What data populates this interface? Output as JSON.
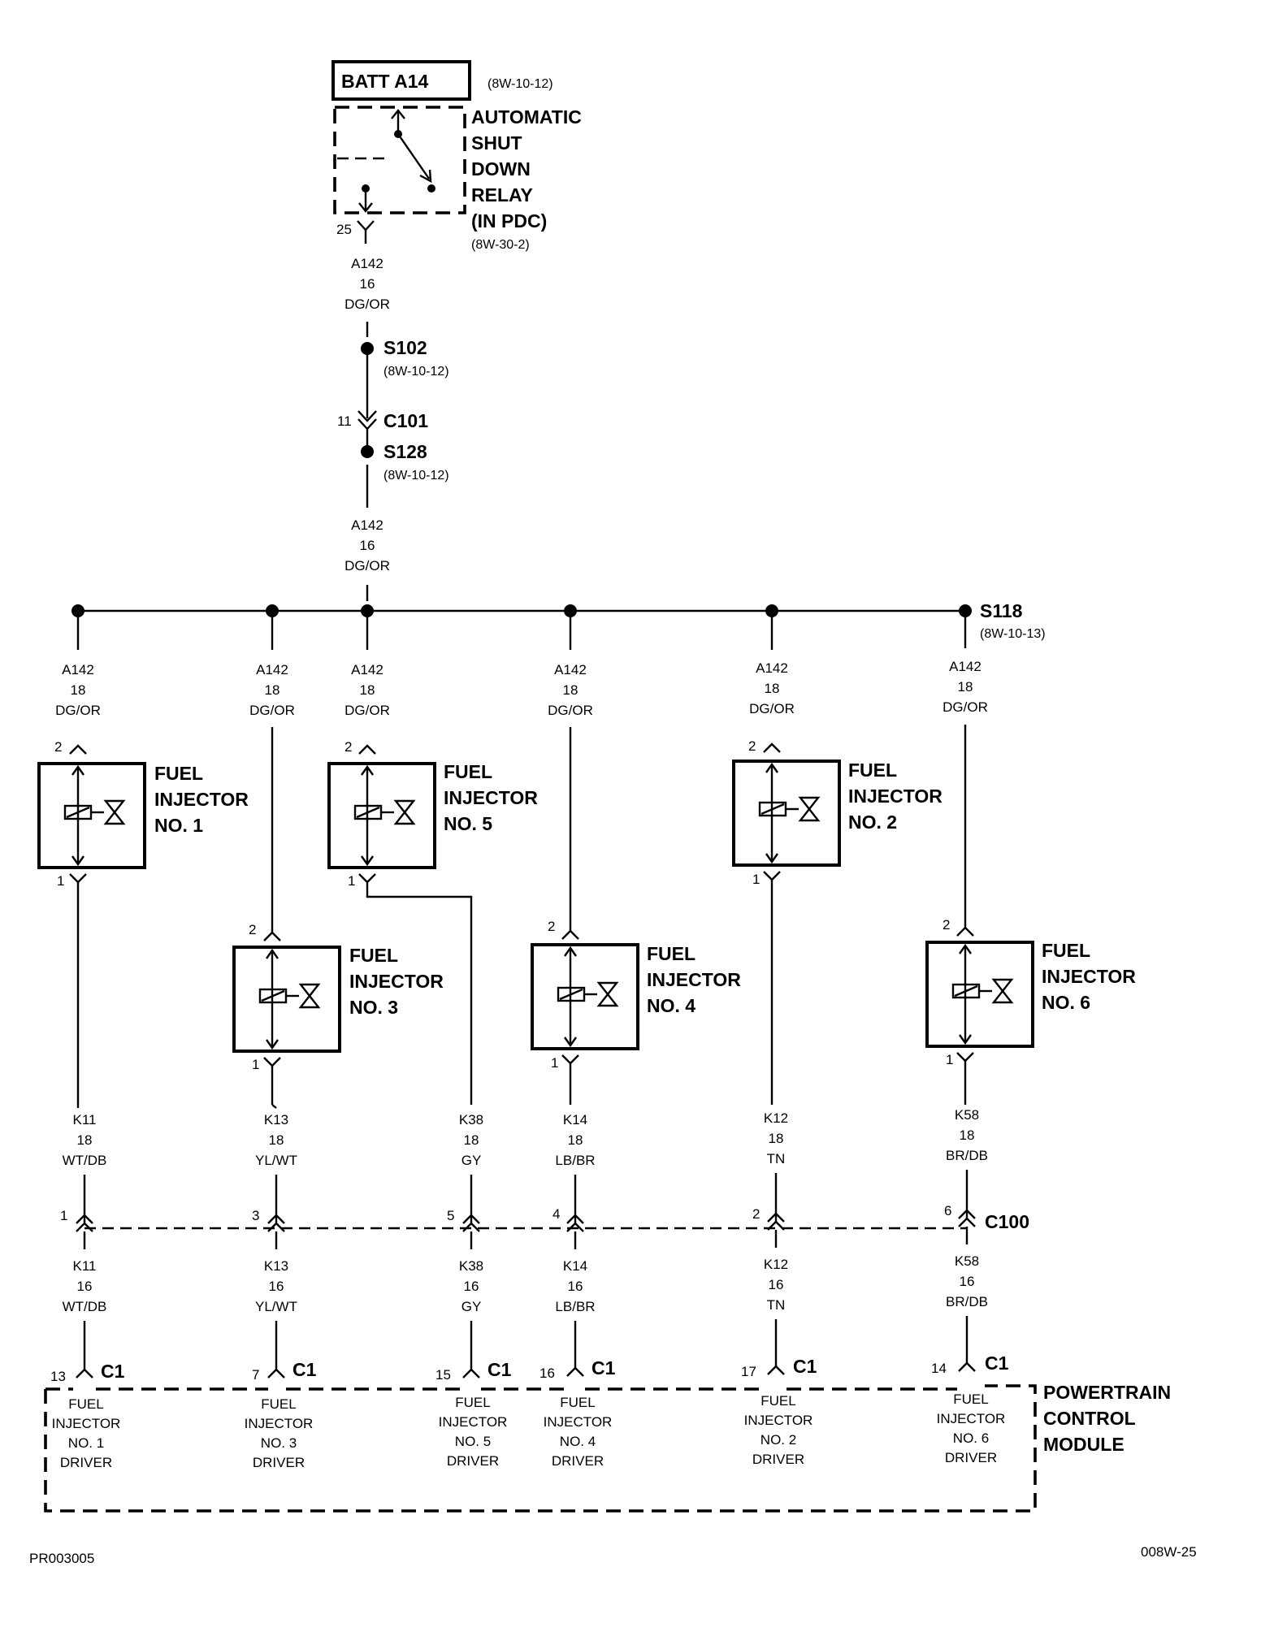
{
  "relay": {
    "battery_label": "BATT A14",
    "battery_ref": "(8W-10-12)",
    "name_lines": [
      "AUTOMATIC",
      "SHUT",
      "DOWN",
      "RELAY",
      "(IN PDC)"
    ],
    "ref": "(8W-30-2)",
    "pin": "25"
  },
  "main_feed": {
    "upper": {
      "circuit": "A142",
      "gauge": "16",
      "color": "DG/OR"
    },
    "lower": {
      "circuit": "A142",
      "gauge": "16",
      "color": "DG/OR"
    }
  },
  "splices": {
    "s102": {
      "label": "S102",
      "ref": "(8W-10-12)"
    },
    "s128": {
      "label": "S128",
      "ref": "(8W-10-12)"
    },
    "s118": {
      "label": "S118",
      "ref": "(8W-10-13)"
    }
  },
  "c101": {
    "label": "C101",
    "pin": "11"
  },
  "c100": {
    "label": "C100"
  },
  "branches": [
    {
      "circuit": "A142",
      "gauge": "18",
      "color": "DG/OR"
    },
    {
      "circuit": "A142",
      "gauge": "18",
      "color": "DG/OR"
    },
    {
      "circuit": "A142",
      "gauge": "18",
      "color": "DG/OR"
    },
    {
      "circuit": "A142",
      "gauge": "18",
      "color": "DG/OR"
    },
    {
      "circuit": "A142",
      "gauge": "18",
      "color": "DG/OR"
    },
    {
      "circuit": "A142",
      "gauge": "18",
      "color": "DG/OR"
    }
  ],
  "injectors": [
    {
      "lines": [
        "FUEL",
        "INJECTOR",
        "NO. 1"
      ],
      "pin_top": "2",
      "pin_bottom": "1"
    },
    {
      "lines": [
        "FUEL",
        "INJECTOR",
        "NO. 3"
      ],
      "pin_top": "2",
      "pin_bottom": "1"
    },
    {
      "lines": [
        "FUEL",
        "INJECTOR",
        "NO. 5"
      ],
      "pin_top": "2",
      "pin_bottom": "1"
    },
    {
      "lines": [
        "FUEL",
        "INJECTOR",
        "NO. 4"
      ],
      "pin_top": "2",
      "pin_bottom": "1"
    },
    {
      "lines": [
        "FUEL",
        "INJECTOR",
        "NO. 2"
      ],
      "pin_top": "2",
      "pin_bottom": "1"
    },
    {
      "lines": [
        "FUEL",
        "INJECTOR",
        "NO. 6"
      ],
      "pin_top": "2",
      "pin_bottom": "1"
    }
  ],
  "drivers": [
    {
      "upper": {
        "circuit": "K11",
        "gauge": "18",
        "color": "WT/DB"
      },
      "c100_pin": "1",
      "lower": {
        "circuit": "K11",
        "gauge": "16",
        "color": "WT/DB"
      },
      "c1_pin": "13",
      "c1_label": "C1",
      "pcm_lines": [
        "FUEL",
        "INJECTOR",
        "NO. 1",
        "DRIVER"
      ]
    },
    {
      "upper": {
        "circuit": "K13",
        "gauge": "18",
        "color": "YL/WT"
      },
      "c100_pin": "3",
      "lower": {
        "circuit": "K13",
        "gauge": "16",
        "color": "YL/WT"
      },
      "c1_pin": "7",
      "c1_label": "C1",
      "pcm_lines": [
        "FUEL",
        "INJECTOR",
        "NO. 3",
        "DRIVER"
      ]
    },
    {
      "upper": {
        "circuit": "K38",
        "gauge": "18",
        "color": "GY"
      },
      "c100_pin": "5",
      "lower": {
        "circuit": "K38",
        "gauge": "16",
        "color": "GY"
      },
      "c1_pin": "15",
      "c1_label": "C1",
      "pcm_lines": [
        "FUEL",
        "INJECTOR",
        "NO. 5",
        "DRIVER"
      ]
    },
    {
      "upper": {
        "circuit": "K14",
        "gauge": "18",
        "color": "LB/BR"
      },
      "c100_pin": "4",
      "lower": {
        "circuit": "K14",
        "gauge": "16",
        "color": "LB/BR"
      },
      "c1_pin": "16",
      "c1_label": "C1",
      "pcm_lines": [
        "FUEL",
        "INJECTOR",
        "NO. 4",
        "DRIVER"
      ]
    },
    {
      "upper": {
        "circuit": "K12",
        "gauge": "18",
        "color": "TN"
      },
      "c100_pin": "2",
      "lower": {
        "circuit": "K12",
        "gauge": "16",
        "color": "TN"
      },
      "c1_pin": "17",
      "c1_label": "C1",
      "pcm_lines": [
        "FUEL",
        "INJECTOR",
        "NO. 2",
        "DRIVER"
      ]
    },
    {
      "upper": {
        "circuit": "K58",
        "gauge": "18",
        "color": "BR/DB"
      },
      "c100_pin": "6",
      "lower": {
        "circuit": "K58",
        "gauge": "16",
        "color": "BR/DB"
      },
      "c1_pin": "14",
      "c1_label": "C1",
      "pcm_lines": [
        "FUEL",
        "INJECTOR",
        "NO. 6",
        "DRIVER"
      ]
    }
  ],
  "pcm": {
    "lines": [
      "POWERTRAIN",
      "CONTROL",
      "MODULE"
    ]
  },
  "footer": {
    "left_code": "PR003005",
    "right_code": "008W-25"
  }
}
